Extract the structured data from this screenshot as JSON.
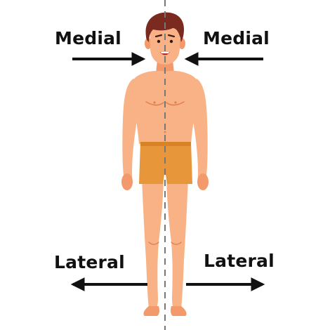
{
  "labels": {
    "medial_left": "Medial",
    "medial_right": "Medial",
    "lateral_left": "Lateral",
    "lateral_right": "Lateral"
  },
  "colors": {
    "skin": "#f9b286",
    "skin_shadow": "#f39a6c",
    "skin_line": "#e07f4f",
    "hair": "#7b2a20",
    "shorts": "#e7973a",
    "shorts_shadow": "#d98327",
    "midline": "#777777",
    "arrow": "#111111"
  },
  "icons": {
    "arrow_medial_left": "arrow-right-icon",
    "arrow_medial_right": "arrow-left-icon",
    "arrow_lateral_left": "arrow-left-icon",
    "arrow_lateral_right": "arrow-right-icon"
  }
}
